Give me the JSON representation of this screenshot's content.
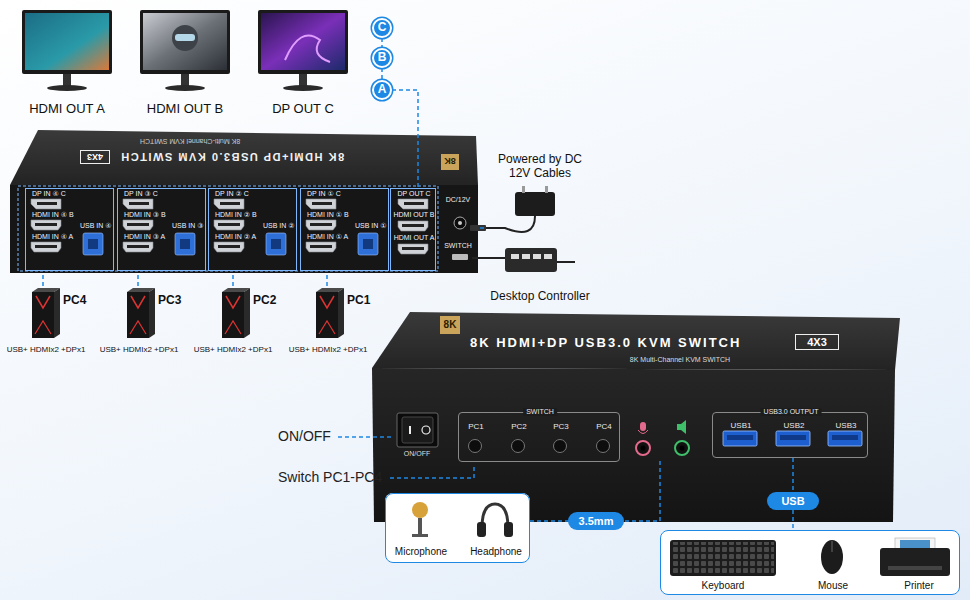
{
  "diagram": {
    "nodes": [
      {
        "text": [
          "C"
        ]
      },
      {
        "text": [
          "B"
        ]
      },
      {
        "text": [
          "A"
        ]
      },
      {
        "text": [
          "4X3"
        ]
      },
      {
        "text": [
          "DP IN ④ C",
          "HDMI IN ④ B",
          "HDMI IN ④ A",
          "USB IN ④"
        ]
      },
      {
        "text": [
          "DP IN ③ C",
          "HDMI IN ③ B",
          "HDMI IN ③ A",
          "USB IN ③"
        ]
      },
      {
        "text": [
          "DP IN ② C",
          "HDMI IN ② B",
          "HDMI IN ② A",
          "USB IN ②"
        ]
      },
      {
        "text": [
          "DP IN ① C",
          "HDMI IN ① B",
          "HDMI IN ① A",
          "USB IN ①"
        ]
      },
      {
        "text": [
          "DP OUT C",
          "HDMI OUT B",
          "HDMI OUT A"
        ]
      },
      {
        "text": [
          "4X3"
        ]
      },
      {
        "text": [
          "SWITCH",
          "PC1",
          "PC2",
          "PC3",
          "PC4"
        ]
      },
      {
        "text": [
          "USB3.0 OUTPUT",
          "USB1",
          "USB2",
          "USB3"
        ]
      },
      {
        "text": [
          "3.5mm"
        ]
      },
      {
        "text": [
          "USB"
        ]
      },
      {
        "text": [
          "Microphone",
          "Headphone"
        ]
      },
      {
        "text": [
          "Keyboard",
          "Mouse",
          "Printer"
        ]
      }
    ],
    "edges": [
      {
        "from": 0,
        "to": 1,
        "arrow": "none"
      },
      {
        "from": 1,
        "to": 2,
        "arrow": "none"
      },
      {
        "from": 2,
        "to": 8,
        "arrow": "none"
      },
      {
        "from": 14,
        "to": 12,
        "arrow": "none"
      },
      {
        "from": 11,
        "to": 13,
        "arrow": "none"
      },
      {
        "from": 13,
        "to": 15,
        "arrow": "none"
      }
    ],
    "labels": [
      "HDMI OUT A",
      "HDMI OUT B",
      "DP OUT C",
      "8K HDMI+DP USB3.0 KVM SWITCH",
      "8K Multi-Channel KVM SWITCH",
      "8K",
      "DC/12V",
      "SWITCH",
      "Powered by DC 12V Cables",
      "Desktop Controller",
      "PC4",
      "PC3",
      "PC2",
      "PC1",
      "USB+ HDMIx2 +DPx1",
      "USB+ HDMIx2 +DPx1",
      "USB+ HDMIx2 +DPx1",
      "USB+ HDMIx2 +DPx1",
      "8K",
      "8K HDMI+DP USB3.0 KVM SWITCH",
      "8K Multi-Channel KVM SWITCH",
      "ON/OFF",
      "ON/OFF",
      "Switch PC1-PC4"
    ]
  }
}
